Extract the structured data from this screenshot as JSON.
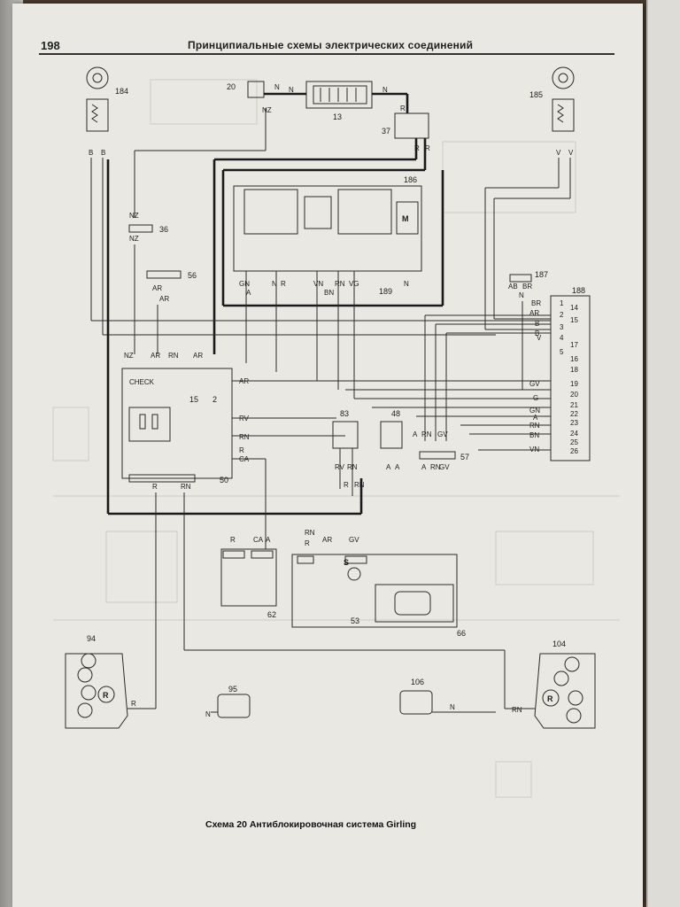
{
  "page": {
    "number": "198",
    "header": "Принципиальные схемы электрических соединений",
    "caption": "Схема 20 Антиблокировочная система Girling"
  },
  "components": {
    "c13": "13",
    "c20": "20",
    "c37": "37",
    "c36": "36",
    "c56": "56",
    "c83": "83",
    "c48": "48",
    "c57": "57",
    "c50": "50",
    "c62": "62",
    "c53": "53",
    "c66": "66",
    "c94": "94",
    "c95": "95",
    "c104": "104",
    "c106": "106",
    "c184": "184",
    "c185": "185",
    "c186": "186",
    "c187": "187",
    "c188": "188",
    "c189": "189"
  },
  "wire_labels": {
    "nz": "NZ",
    "n": "N",
    "r": "R",
    "b": "B",
    "v": "V",
    "ar": "AR",
    "a": "A",
    "rn": "RN",
    "bn": "BN",
    "gn": "GN",
    "gv": "GV",
    "rv": "RV",
    "ca": "CA",
    "vn": "VN",
    "vg": "VG",
    "br": "BR",
    "g": "G",
    "vn2": "VN",
    "check": "CHECK",
    "s": "S",
    "m": "M",
    "rr": "R",
    "m15": "15",
    "m2": "2",
    "gn_n": "GN",
    "ab": "AB"
  },
  "connector_188": {
    "labels": [
      "BR",
      "AR",
      "B",
      "B",
      "V",
      "GV",
      "G",
      "GN",
      "A",
      "RN",
      "BN",
      "VN"
    ],
    "pins": [
      "1",
      "14",
      "2",
      "15",
      "3",
      "4",
      "17",
      "5",
      "16",
      "18",
      "19",
      "20",
      "21",
      "22",
      "23",
      "24",
      "25",
      "26"
    ]
  }
}
